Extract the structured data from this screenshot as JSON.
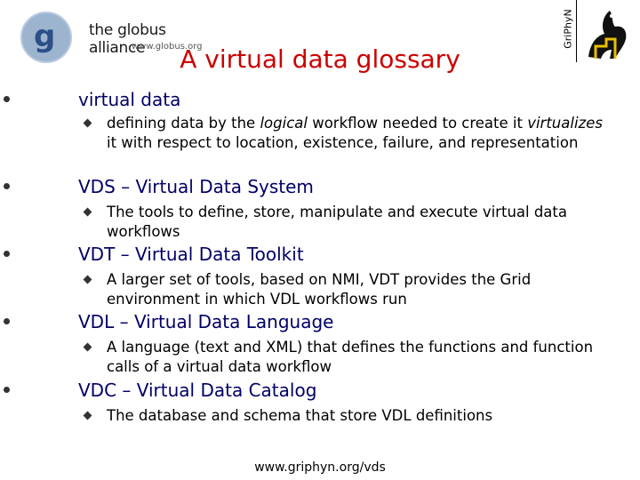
{
  "header": {
    "logo_name": "the globus alliance",
    "logo_url": "www.globus.org",
    "partner_logo_text": "GriPhyN"
  },
  "slide": {
    "title": "A virtual data glossary",
    "items": [
      {
        "term": "virtual data",
        "detail_parts": [
          "defining data by the ",
          "logical",
          " workflow needed to create it ",
          "virtualizes",
          " it with respect to location, existence, failure, and representation"
        ]
      },
      {
        "term": "VDS – Virtual Data System",
        "detail": "The tools to define, store, manipulate and execute virtual data workflows"
      },
      {
        "term": "VDT – Virtual Data Toolkit",
        "detail": "A larger set of tools, based on NMI, VDT provides the Grid environment in which VDL workflows run"
      },
      {
        "term": "VDL – Virtual Data Language",
        "detail": "A language (text and XML) that defines the functions and function calls of a virtual data workflow"
      },
      {
        "term": "VDC – Virtual Data Catalog",
        "detail": "The database and schema that store VDL definitions"
      }
    ]
  },
  "footer": {
    "url": "www.griphyn.org/vds"
  }
}
